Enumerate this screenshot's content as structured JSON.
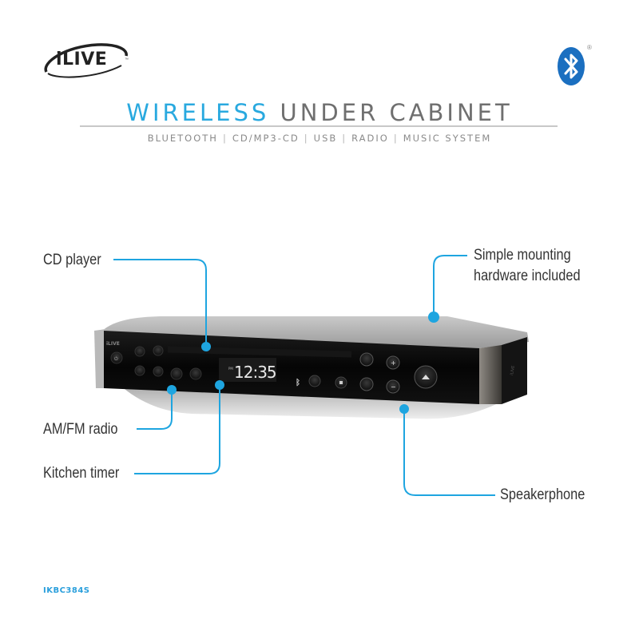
{
  "brand": {
    "logo_text": "iLIVE",
    "trademark": "™",
    "bluetooth_badge": "bluetooth-icon",
    "registered_mark": "®"
  },
  "header": {
    "title_accent": "WIRELESS",
    "title_rest": "UNDER CABINET",
    "subtitle_items": [
      "BLUETOOTH",
      "CD/MP3-CD",
      "USB",
      "RADIO",
      "MUSIC SYSTEM"
    ]
  },
  "device": {
    "clock_display": "12:35",
    "clock_prefix": "PM"
  },
  "features": {
    "cd_player": "CD player",
    "mounting_line1": "Simple mounting",
    "mounting_line2": "hardware included",
    "radio": "AM/FM radio",
    "timer": "Kitchen timer",
    "speakerphone": "Speakerphone"
  },
  "footer": {
    "model_number": "IKBC384S"
  },
  "colors": {
    "accent": "#29a9df",
    "callout": "#1ea5e0",
    "title_gray": "#6f6f6f"
  }
}
